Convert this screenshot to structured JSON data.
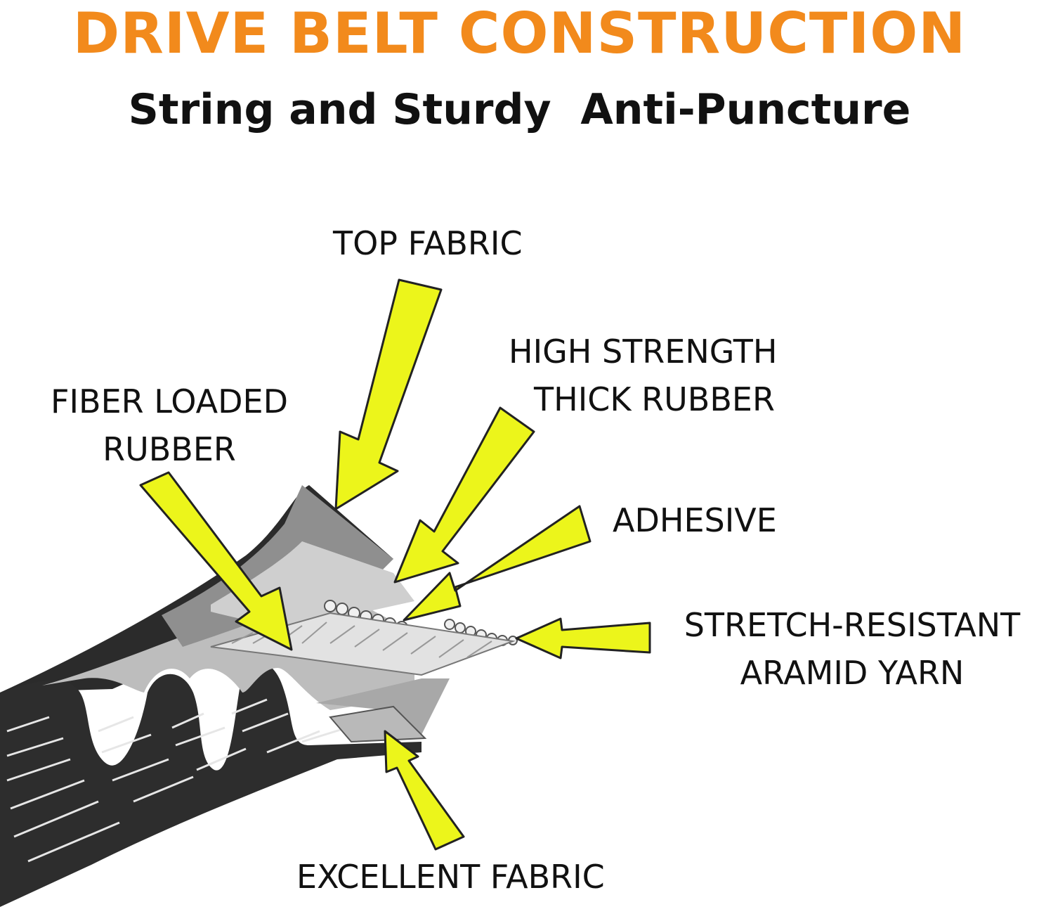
{
  "header": {
    "title": "DRIVE BELT CONSTRUCTION",
    "subtitle": "String and Sturdy  Anti-Puncture"
  },
  "labels": {
    "top_fabric": "TOP FABRIC",
    "high_strength_line1": "HIGH STRENGTH",
    "high_strength_line2": "THICK RUBBER",
    "fiber_loaded_line1": "FIBER LOADED",
    "fiber_loaded_line2": "RUBBER",
    "adhesive": "ADHESIVE",
    "stretch_line1": "STRETCH-RESISTANT",
    "stretch_line2": "ARAMID YARN",
    "excellent_fabric": "EXCELLENT FABRIC"
  },
  "colors": {
    "title": "#f28a1c",
    "text": "#111111",
    "arrow_fill": "#ecf51b",
    "arrow_stroke": "#222222",
    "belt_dark": "#2b2b2b",
    "belt_mid": "#8f8f8f",
    "belt_light": "#c8c8c8"
  }
}
